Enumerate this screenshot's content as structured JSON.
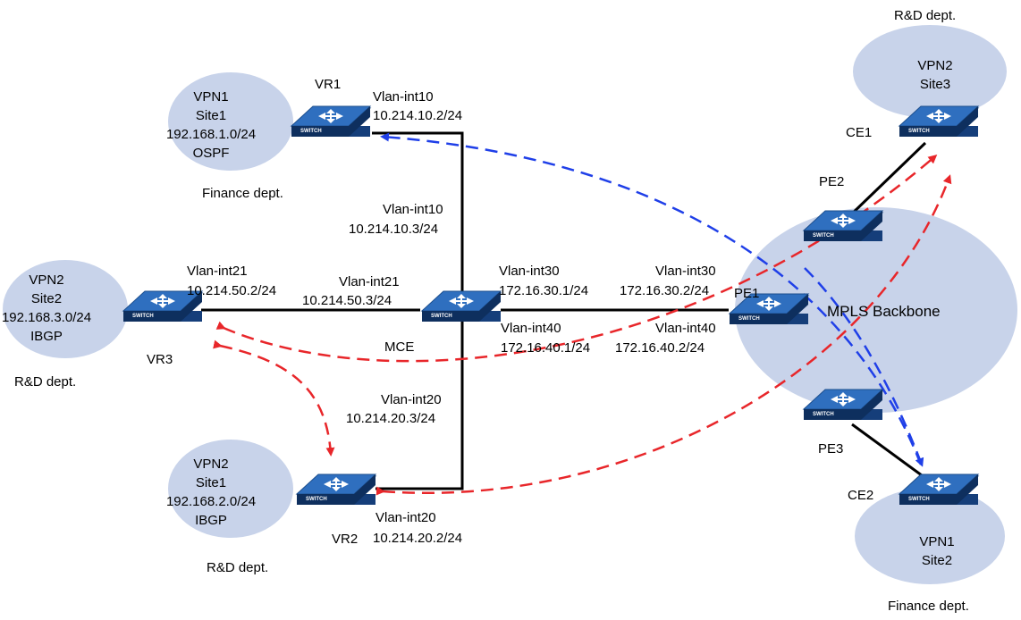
{
  "colors": {
    "cloud": "#c8d3ea",
    "link": "#000000",
    "blue_route": "#1f3fe8",
    "red_route": "#e8262a",
    "switch": "#2f6fbf"
  },
  "clouds": {
    "vpn1_site1": {
      "lines": [
        "VPN1",
        "Site1",
        "192.168.1.0/24",
        "OSPF"
      ],
      "dept": "Finance dept."
    },
    "vpn2_site2": {
      "lines": [
        "VPN2",
        "Site2",
        "192.168.3.0/24",
        "IBGP"
      ],
      "dept": "R&D dept."
    },
    "vpn2_site1": {
      "lines": [
        "VPN2",
        "Site1",
        "192.168.2.0/24",
        "IBGP"
      ],
      "dept": "R&D dept."
    },
    "vpn2_site3": {
      "lines": [
        "VPN2",
        "Site3"
      ],
      "dept": "R&D dept."
    },
    "vpn1_site2": {
      "lines": [
        "VPN1",
        "Site2"
      ],
      "dept": "Finance dept."
    },
    "mpls": {
      "label": "MPLS Backbone"
    }
  },
  "devices": {
    "vr1": "VR1",
    "vr2": "VR2",
    "vr3": "VR3",
    "mce": "MCE",
    "pe1": "PE1",
    "pe2": "PE2",
    "pe3": "PE3",
    "ce1": "CE1",
    "ce2": "CE2",
    "switch_badge": "SWITCH"
  },
  "interfaces": {
    "vr1_if": "Vlan-int10",
    "vr1_ip": "10.214.10.2/24",
    "mce10_if": "Vlan-int10",
    "mce10_ip": "10.214.10.3/24",
    "vr3_if": "Vlan-int21",
    "vr3_ip": "10.214.50.2/24",
    "mce21_if": "Vlan-int21",
    "mce21_ip": "10.214.50.3/24",
    "mce30_if": "Vlan-int30",
    "mce30_ip": "172.16.30.1/24",
    "pe30_if": "Vlan-int30",
    "pe30_ip": "172.16.30.2/24",
    "mce40_if": "Vlan-int40",
    "mce40_ip": "172.16.40.1/24",
    "pe40_if": "Vlan-int40",
    "pe40_ip": "172.16.40.2/24",
    "mce20_if": "Vlan-int20",
    "mce20_ip": "10.214.20.3/24",
    "vr2_if": "Vlan-int20",
    "vr2_ip": "10.214.20.2/24"
  }
}
